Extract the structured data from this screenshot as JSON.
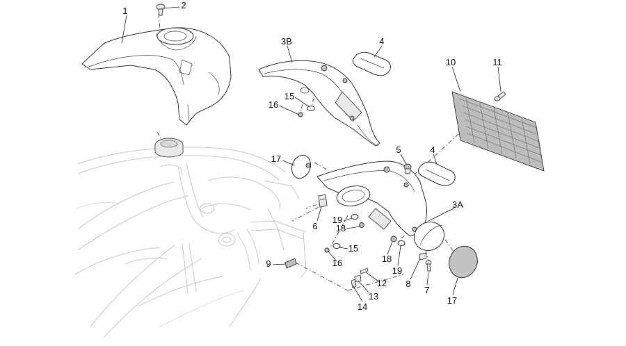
{
  "callouts": [
    {
      "id": "1",
      "part": "rear-cover"
    },
    {
      "id": "2",
      "part": "screw"
    },
    {
      "id": "3B",
      "part": "license-bracket-upper"
    },
    {
      "id": "4",
      "part": "reflector-upper"
    },
    {
      "id": "15",
      "part": "washer-upper"
    },
    {
      "id": "16",
      "part": "nut-upper"
    },
    {
      "id": "10",
      "part": "license-plate-holder"
    },
    {
      "id": "11",
      "part": "screw-plate"
    },
    {
      "id": "17",
      "part": "side-reflector-left"
    },
    {
      "id": "5",
      "part": "bolt"
    },
    {
      "id": "4",
      "part": "reflector-lower"
    },
    {
      "id": "3A",
      "part": "license-bracket-lower"
    },
    {
      "id": "6",
      "part": "clip"
    },
    {
      "id": "19",
      "part": "washer-left"
    },
    {
      "id": "18",
      "part": "nut-left"
    },
    {
      "id": "15",
      "part": "washer-lower"
    },
    {
      "id": "16",
      "part": "nut-lower"
    },
    {
      "id": "9",
      "part": "connector"
    },
    {
      "id": "18",
      "part": "nut-right"
    },
    {
      "id": "19",
      "part": "washer-right"
    },
    {
      "id": "8",
      "part": "spacer"
    },
    {
      "id": "7",
      "part": "screw-lamp"
    },
    {
      "id": "12",
      "part": "pin-a"
    },
    {
      "id": "13",
      "part": "pin-b"
    },
    {
      "id": "14",
      "part": "pin-c"
    },
    {
      "id": "17",
      "part": "side-reflector-right"
    }
  ]
}
